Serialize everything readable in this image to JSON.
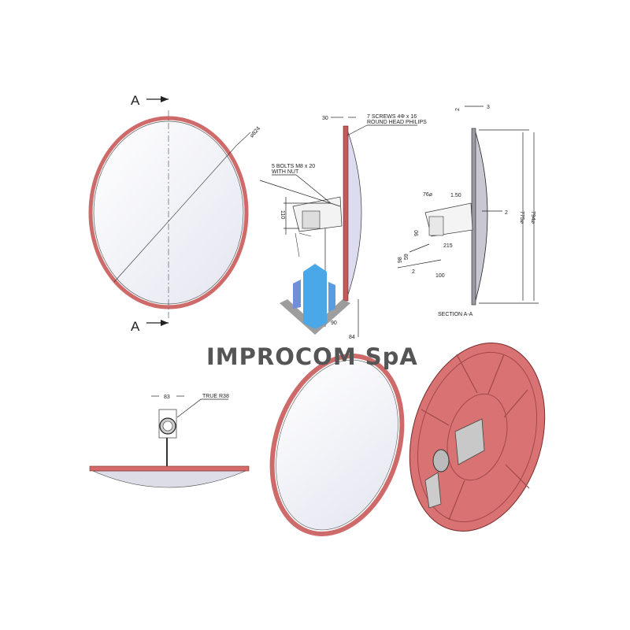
{
  "front_view": {
    "section_label_top": "A",
    "section_label_bottom": "A",
    "diameter_label": "⌀824"
  },
  "side_view": {
    "screws_note_line1": "7 SCREWS 4Φ x 16",
    "screws_note_line2": "ROUND HEAD PHILIPS",
    "bolts_note_line1": "5 BOLTS M8 x 20",
    "bolts_note_line2": "WITH NUT",
    "dim_30": "30",
    "dim_110": "110",
    "dim_90": "90",
    "dim_84": "84"
  },
  "section_view": {
    "title": "SECTION A-A",
    "dim_3": "3",
    "dim_2_top": "2",
    "dim_76": "76⌀",
    "dim_150": "1.50",
    "dim_2_center": "2",
    "dim_90": "90",
    "dim_215": "215",
    "dim_98": "98",
    "dim_59": "59",
    "dim_2_bottom": "2",
    "dim_100": "100",
    "dim_775": "775⌀",
    "dim_794": "794⌀"
  },
  "top_view": {
    "dim_83": "83",
    "note": "TRUE R38"
  },
  "watermark": {
    "brand": "IMPROCOM SpA"
  },
  "colors": {
    "rim": "#cf6a6a",
    "back": "#d97373",
    "mirror": "#eef0f6",
    "logo_blue": "#4aa8e8",
    "logo_grey": "#8c8c8c"
  }
}
